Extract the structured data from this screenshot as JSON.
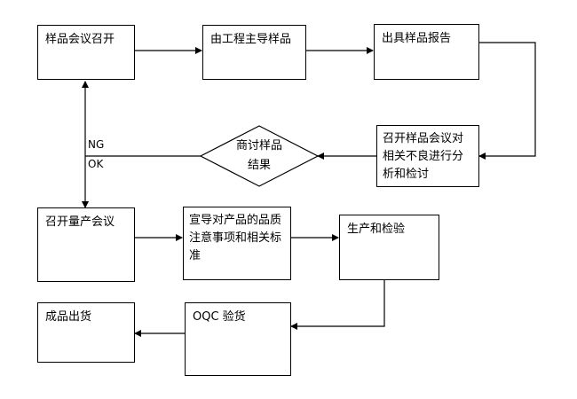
{
  "nodes": {
    "sample_meeting": "样品会议召开",
    "engineering_leads": "由工程主导样品",
    "sample_report": "出具样品报告",
    "review_meeting": "召开样品会议对相关不良进行分析和检讨",
    "decision": "商讨样品结果",
    "mass_production_meeting": "召开量产会议",
    "quality_briefing": "宣导对产品的品质注意事项和相关标准",
    "production_inspection": "生产和检验",
    "oqc_inspection": "OQC 验货",
    "finished_shipment": "成品出货"
  },
  "edge_labels": {
    "ng": "NG",
    "ok": "OK"
  }
}
